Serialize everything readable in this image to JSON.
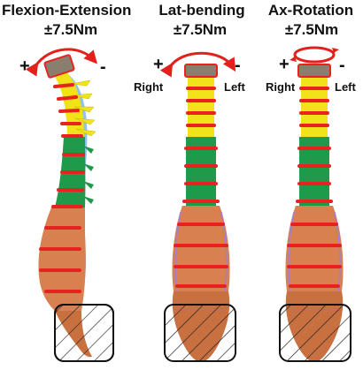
{
  "panels": [
    {
      "title": "Flexion-Extension",
      "load": "±7.5Nm",
      "plus": "+",
      "minus": "-",
      "left_label": "",
      "right_label": ""
    },
    {
      "title": "Lat-bending",
      "load": "±7.5Nm",
      "plus": "+",
      "minus": "-",
      "left_label": "Right",
      "right_label": "Left"
    },
    {
      "title": "Ax-Rotation",
      "load": "±7.5Nm",
      "plus": "+",
      "minus": "-",
      "left_label": "Right",
      "right_label": "Left"
    }
  ],
  "colors": {
    "cervical": "#f2e21a",
    "thoracic": "#1f9a4a",
    "lumbar": "#d98050",
    "disc": "#e8231f",
    "ligament": "#7ab8e8",
    "arrow": "#e3201b",
    "fixture_hatch": "#222222"
  },
  "icons": [
    "moment-arrow-icon",
    "fixed-base-hatch-icon"
  ]
}
